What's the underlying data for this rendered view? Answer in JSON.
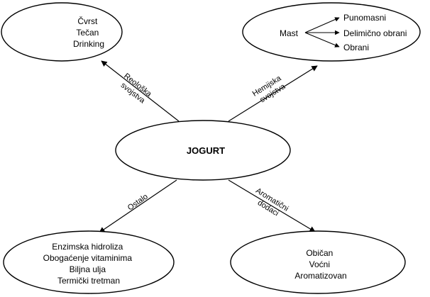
{
  "center": {
    "label": "JOGURT"
  },
  "nodes": {
    "top_left": {
      "lines": [
        "Čvrst",
        "Tečan",
        "Drinking"
      ]
    },
    "top_right": {
      "source": "Mast",
      "items": [
        "Punomasni",
        "Delimično obrani",
        "Obrani"
      ]
    },
    "bottom_left": {
      "lines": [
        "Enzimska hidroliza",
        "Obogaćenje vitaminima",
        "Biljna ulja",
        "Termički tretman"
      ]
    },
    "bottom_right": {
      "lines": [
        "Običan",
        "Voćni",
        "Aromatizovan"
      ]
    }
  },
  "edges": {
    "top_left": {
      "lines": [
        "Reološka",
        "svojstva"
      ]
    },
    "top_right": {
      "lines": [
        "Hemijska",
        "svojstva"
      ]
    },
    "bottom_left": {
      "lines": [
        "Ostalo"
      ]
    },
    "bottom_right": {
      "lines": [
        "Aromatični",
        "dodaci"
      ]
    }
  }
}
